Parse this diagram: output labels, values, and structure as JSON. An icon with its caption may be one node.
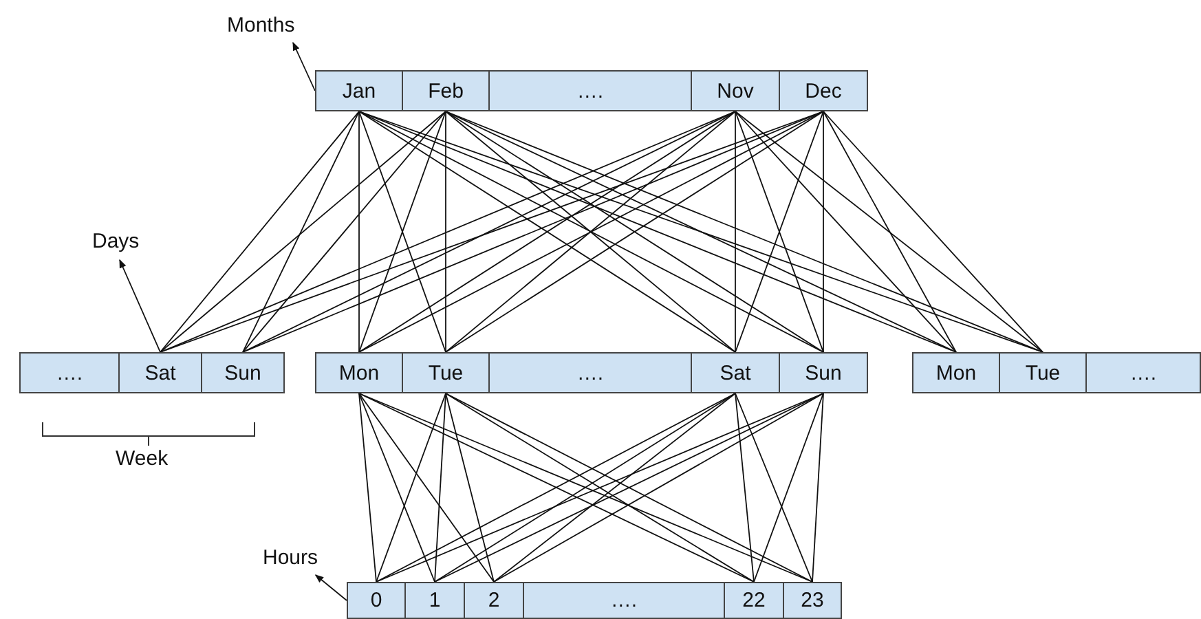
{
  "diagram": {
    "nodes": [
      {
        "text": [
          "Months"
        ]
      },
      {
        "text": [
          "Jan"
        ]
      },
      {
        "text": [
          "Feb"
        ]
      },
      {
        "text": [
          "…."
        ]
      },
      {
        "text": [
          "Nov"
        ]
      },
      {
        "text": [
          "Dec"
        ]
      },
      {
        "text": [
          "Days"
        ]
      },
      {
        "text": [
          "…."
        ]
      },
      {
        "text": [
          "Sat"
        ]
      },
      {
        "text": [
          "Sun"
        ]
      },
      {
        "text": [
          "Mon"
        ]
      },
      {
        "text": [
          "Tue"
        ]
      },
      {
        "text": [
          "…."
        ]
      },
      {
        "text": [
          "Sat"
        ]
      },
      {
        "text": [
          "Sun"
        ]
      },
      {
        "text": [
          "Mon"
        ]
      },
      {
        "text": [
          "Tue"
        ]
      },
      {
        "text": [
          "…."
        ]
      },
      {
        "text": [
          "Hours"
        ]
      },
      {
        "text": [
          "0"
        ]
      },
      {
        "text": [
          "1"
        ]
      },
      {
        "text": [
          "2"
        ]
      },
      {
        "text": [
          "…."
        ]
      },
      {
        "text": [
          "22"
        ]
      },
      {
        "text": [
          "23"
        ]
      }
    ],
    "edges": [
      {
        "from": 1,
        "to": 0,
        "arrow": "to"
      },
      {
        "from": 8,
        "to": 6,
        "arrow": "to"
      },
      {
        "from": 19,
        "to": 18,
        "arrow": "to"
      },
      {
        "from": 1,
        "to": 8,
        "arrow": "none"
      },
      {
        "from": 1,
        "to": 9,
        "arrow": "none"
      },
      {
        "from": 1,
        "to": 10,
        "arrow": "none"
      },
      {
        "from": 1,
        "to": 11,
        "arrow": "none"
      },
      {
        "from": 1,
        "to": 13,
        "arrow": "none"
      },
      {
        "from": 1,
        "to": 14,
        "arrow": "none"
      },
      {
        "from": 1,
        "to": 15,
        "arrow": "none"
      },
      {
        "from": 1,
        "to": 16,
        "arrow": "none"
      },
      {
        "from": 2,
        "to": 8,
        "arrow": "none"
      },
      {
        "from": 2,
        "to": 9,
        "arrow": "none"
      },
      {
        "from": 2,
        "to": 10,
        "arrow": "none"
      },
      {
        "from": 2,
        "to": 11,
        "arrow": "none"
      },
      {
        "from": 2,
        "to": 13,
        "arrow": "none"
      },
      {
        "from": 2,
        "to": 14,
        "arrow": "none"
      },
      {
        "from": 2,
        "to": 15,
        "arrow": "none"
      },
      {
        "from": 2,
        "to": 16,
        "arrow": "none"
      },
      {
        "from": 4,
        "to": 8,
        "arrow": "none"
      },
      {
        "from": 4,
        "to": 9,
        "arrow": "none"
      },
      {
        "from": 4,
        "to": 10,
        "arrow": "none"
      },
      {
        "from": 4,
        "to": 11,
        "arrow": "none"
      },
      {
        "from": 4,
        "to": 13,
        "arrow": "none"
      },
      {
        "from": 4,
        "to": 14,
        "arrow": "none"
      },
      {
        "from": 4,
        "to": 15,
        "arrow": "none"
      },
      {
        "from": 4,
        "to": 16,
        "arrow": "none"
      },
      {
        "from": 5,
        "to": 8,
        "arrow": "none"
      },
      {
        "from": 5,
        "to": 9,
        "arrow": "none"
      },
      {
        "from": 5,
        "to": 10,
        "arrow": "none"
      },
      {
        "from": 5,
        "to": 11,
        "arrow": "none"
      },
      {
        "from": 5,
        "to": 13,
        "arrow": "none"
      },
      {
        "from": 5,
        "to": 14,
        "arrow": "none"
      },
      {
        "from": 5,
        "to": 15,
        "arrow": "none"
      },
      {
        "from": 5,
        "to": 16,
        "arrow": "none"
      },
      {
        "from": 10,
        "to": 19,
        "arrow": "none"
      },
      {
        "from": 10,
        "to": 20,
        "arrow": "none"
      },
      {
        "from": 10,
        "to": 21,
        "arrow": "none"
      },
      {
        "from": 10,
        "to": 23,
        "arrow": "none"
      },
      {
        "from": 10,
        "to": 24,
        "arrow": "none"
      },
      {
        "from": 11,
        "to": 19,
        "arrow": "none"
      },
      {
        "from": 11,
        "to": 20,
        "arrow": "none"
      },
      {
        "from": 11,
        "to": 21,
        "arrow": "none"
      },
      {
        "from": 11,
        "to": 23,
        "arrow": "none"
      },
      {
        "from": 11,
        "to": 24,
        "arrow": "none"
      },
      {
        "from": 13,
        "to": 19,
        "arrow": "none"
      },
      {
        "from": 13,
        "to": 20,
        "arrow": "none"
      },
      {
        "from": 13,
        "to": 21,
        "arrow": "none"
      },
      {
        "from": 13,
        "to": 23,
        "arrow": "none"
      },
      {
        "from": 13,
        "to": 24,
        "arrow": "none"
      },
      {
        "from": 14,
        "to": 19,
        "arrow": "none"
      },
      {
        "from": 14,
        "to": 20,
        "arrow": "none"
      },
      {
        "from": 14,
        "to": 21,
        "arrow": "none"
      },
      {
        "from": 14,
        "to": 23,
        "arrow": "none"
      },
      {
        "from": 14,
        "to": 24,
        "arrow": "none"
      }
    ],
    "labels": [
      "Week"
    ]
  }
}
